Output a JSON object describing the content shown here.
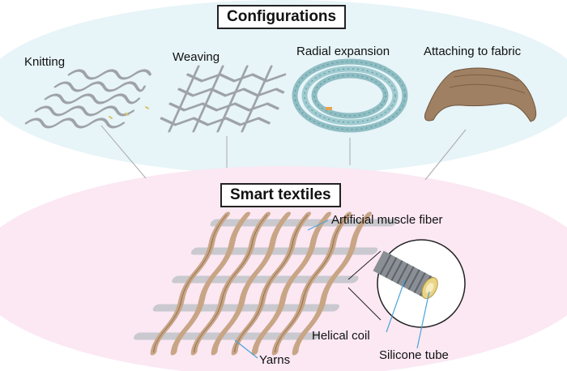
{
  "top_section": {
    "title": "Configurations",
    "items": [
      {
        "label": "Knitting"
      },
      {
        "label": "Weaving"
      },
      {
        "label": "Radial expansion"
      },
      {
        "label": "Attaching to fabric"
      }
    ]
  },
  "bottom_section": {
    "title": "Smart textiles",
    "callouts": {
      "fiber": "Artificial muscle fiber",
      "coil": "Helical coil",
      "tube": "Silicone tube",
      "yarns": "Yarns"
    }
  },
  "colors": {
    "top_ellipse": "#e6f4f8",
    "bottom_ellipse": "#fbe9f4",
    "yarn": "#c8a585",
    "fiber": "#c9c9cf",
    "coil_teal": "#7fb3b9",
    "leader_blue": "#4aa3d8"
  }
}
